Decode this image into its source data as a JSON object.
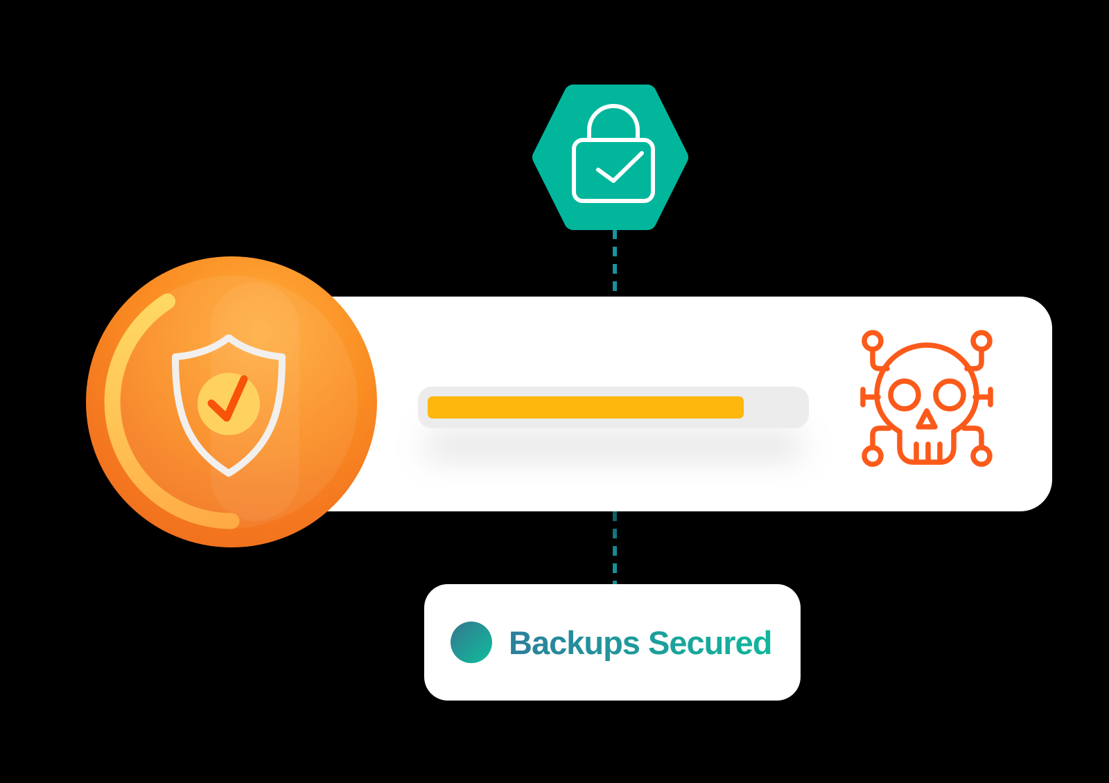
{
  "illustration": {
    "background_color": "#000000",
    "lock_hexagon": {
      "icon": "lock-check-icon",
      "hexagon_color": "#02B69C",
      "icon_stroke_color": "#FFFFFF"
    },
    "connectors": {
      "style": "dashed",
      "color": "#1895A1"
    },
    "shield_emblem": {
      "icon": "shield-check-icon",
      "disc_color_start": "#FFAC3A",
      "disc_color_end": "#EF671D",
      "arc_color_start": "#FFD763",
      "arc_color_end": "#FFAB45",
      "shield_outline_color": "#F2F0EE",
      "check_circle_color": "#FFD260",
      "check_color": "#F8530B"
    },
    "scan_card": {
      "background_color": "#FFFFFF",
      "progress": {
        "percent": 85,
        "track_color": "#ECECEC",
        "fill_color": "#FDB70D"
      },
      "threat_icon": "cyber-skull-icon",
      "threat_icon_color": "#FB5A1A"
    },
    "status_badge": {
      "label": "Backups Secured",
      "dot_color_start": "#35768F",
      "dot_color_end": "#0FBE9C",
      "text_color_start": "#2C7F9B",
      "text_color_end": "#10B79B"
    }
  }
}
